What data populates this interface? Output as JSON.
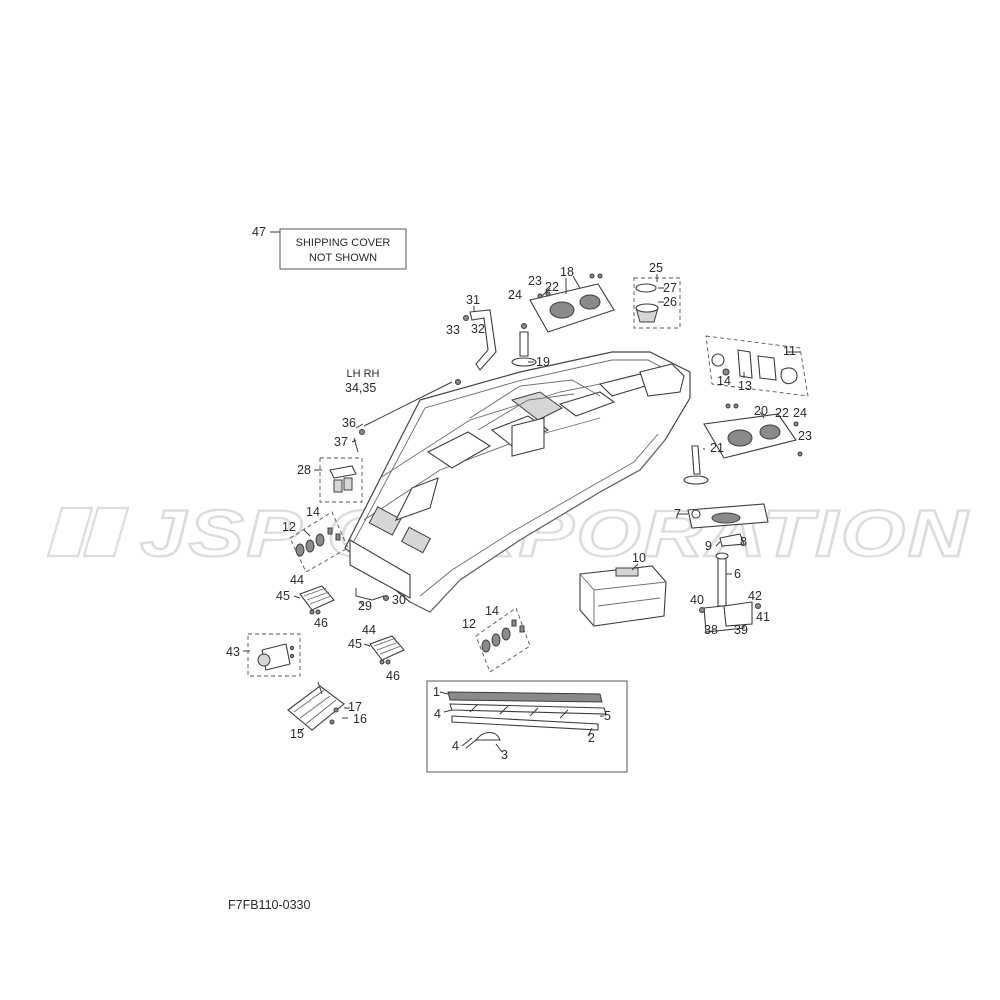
{
  "watermark": {
    "text": "JSP CORPORATION"
  },
  "note_box": {
    "line1": "SHIPPING COVER",
    "line2": "NOT SHOWN"
  },
  "drawing_code": "F7FB110-0330",
  "side_label": "LH  RH",
  "callouts": {
    "c47": "47",
    "c18": "18",
    "c23a": "23",
    "c22a": "22",
    "c24a": "24",
    "c25": "25",
    "c27": "27",
    "c26": "26",
    "c31": "31",
    "c33": "33",
    "c32": "32",
    "c19": "19",
    "c11": "11",
    "c14a": "14",
    "c13": "13",
    "c3435": "34,35",
    "c36": "36",
    "c37": "37",
    "c20": "20",
    "c22b": "22",
    "c24b": "24",
    "c23b": "23",
    "c28": "28",
    "c21": "21",
    "c14b": "14",
    "c12a": "12",
    "c7": "7",
    "c9": "9",
    "c8": "8",
    "c10": "10",
    "c6": "6",
    "c44a": "44",
    "c45a": "45",
    "c46a": "46",
    "c29": "29",
    "c30": "30",
    "c14c": "14",
    "c12b": "12",
    "c40": "40",
    "c42": "42",
    "c41": "41",
    "c38": "38",
    "c39": "39",
    "c44b": "44",
    "c45b": "45",
    "c46b": "46",
    "c43": "43",
    "c17": "17",
    "c16": "16",
    "c15": "15",
    "c1": "1",
    "c4a": "4",
    "c5": "5",
    "c2": "2",
    "c4b": "4",
    "c3": "3"
  }
}
